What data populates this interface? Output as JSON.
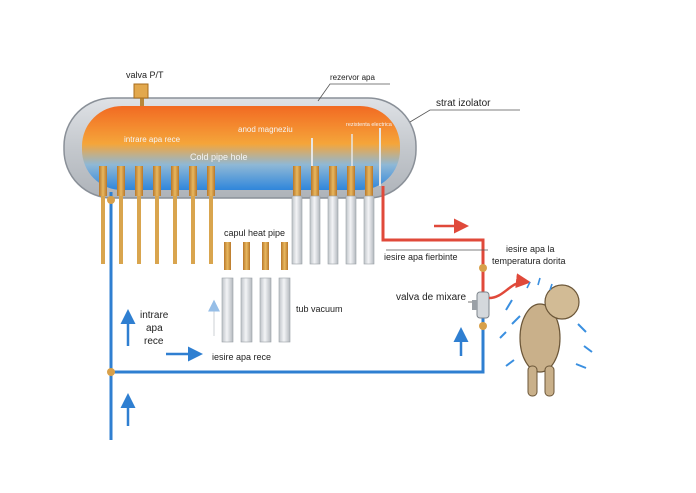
{
  "labels": {
    "valve_pt": "valva P/T",
    "reservoir": "rezervor apa",
    "insulation": "strat izolator",
    "cold_inlet_inner": "intrare apa rece",
    "magnesium_anode": "anod magneziu",
    "electric_resistor": "rezistenta electrica",
    "cold_pipe_hole": "Cold pipe hole",
    "heat_pipe_head": "capul heat pipe",
    "vacuum_tube": "tub vacuum",
    "hot_outlet": "iesire apa fierbinte",
    "desired_temp_outlet_l1": "iesire apa la",
    "desired_temp_outlet_l2": "temperatura dorita",
    "mixing_valve": "valva de mixare",
    "cold_inlet_l1": "intrare",
    "cold_inlet_l2": "apa",
    "cold_inlet_l3": "rece",
    "cold_outlet": "iesire apa rece"
  },
  "colors": {
    "cold_pipe": "#2f7fd1",
    "hot_pipe": "#e0493a",
    "hot_water": "#f07a2a",
    "cold_water": "#3a8fe0",
    "tank_shell": "#c9cdd2",
    "copper": "#d8a04a"
  }
}
